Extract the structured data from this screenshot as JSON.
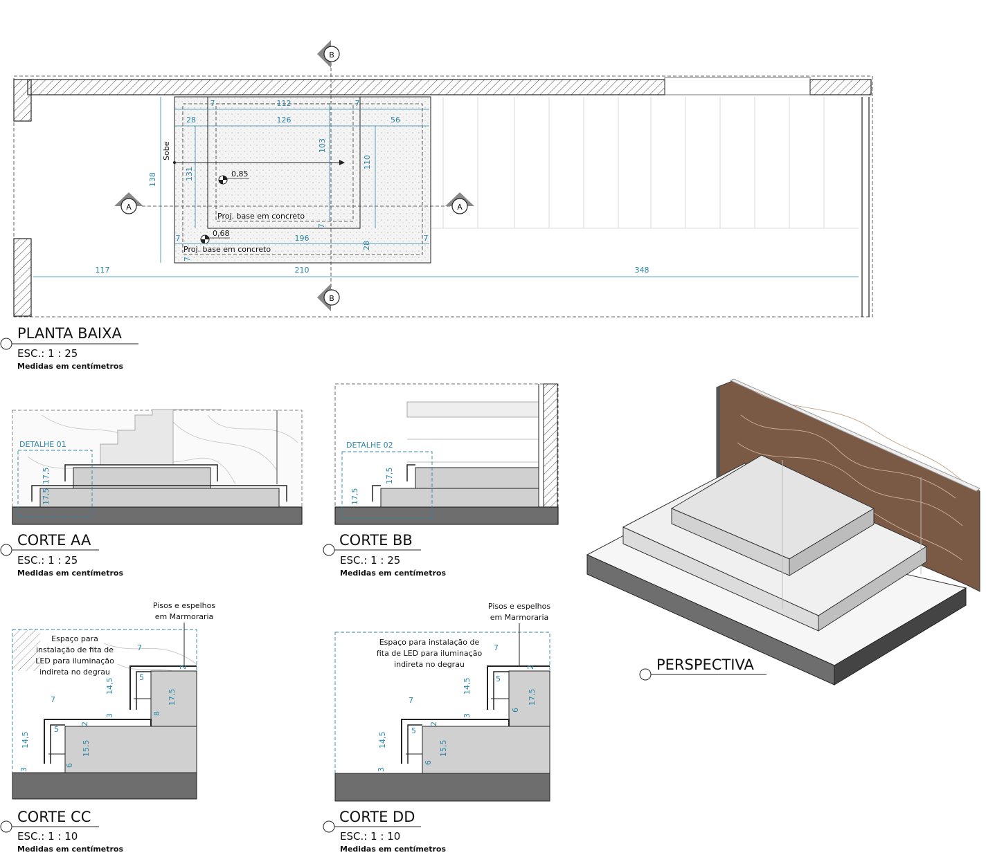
{
  "views": {
    "planta": {
      "title": "PLANTA BAIXA",
      "esc": "ESC.:  1 : 25",
      "note": "Medidas em centímetros"
    },
    "corte_aa": {
      "title": "CORTE AA",
      "esc": "ESC.:  1 : 25",
      "note": "Medidas em centímetros"
    },
    "corte_bb": {
      "title": "CORTE BB",
      "esc": "ESC.:  1 : 25",
      "note": "Medidas em centímetros"
    },
    "corte_cc": {
      "title": "CORTE CC",
      "esc": "ESC.:  1 : 10",
      "note": "Medidas em centímetros"
    },
    "corte_dd": {
      "title": "CORTE DD",
      "esc": "ESC.:  1 : 10",
      "note": "Medidas em centímetros"
    },
    "perspectiva": {
      "title": "PERSPECTIVA"
    }
  },
  "plan": {
    "section_a": "A",
    "section_b": "B",
    "sobe": "Sobe",
    "level_upper": "0,85",
    "level_lower": "0,68",
    "proj_upper": "Proj. base em concreto",
    "proj_lower": "Proj. base em concreto",
    "dims": {
      "d7a": "7",
      "d112": "112",
      "d7b": "7",
      "d28a": "28",
      "d126": "126",
      "d56": "56",
      "d103": "103",
      "d110": "110",
      "d138": "138",
      "d131": "131",
      "d7c": "7",
      "d7d": "7",
      "d196": "196",
      "d28b": "28",
      "d7e": "7",
      "d7f": "7",
      "d117": "117",
      "d210": "210",
      "d348": "348"
    }
  },
  "sections": {
    "detalhe01": "DETALHE 01",
    "detalhe02": "DETALHE 02",
    "riser": "17,5"
  },
  "details": {
    "note_pisos_1": "Pisos e espelhos",
    "note_pisos_2": "em Marmoraria",
    "cc_led": [
      "Espaço para",
      "instalação de fita de",
      "LED para iluminação",
      "indireta no degrau"
    ],
    "dd_led": [
      "Espaço para instalação de",
      "fita de LED para iluminação",
      "indireta no degrau"
    ],
    "dims": {
      "d7": "7",
      "d5": "5",
      "d2": "2",
      "d14_5": "14,5",
      "d17_5": "17,5",
      "d8": "8",
      "d3": "3",
      "d6": "6",
      "d15_5": "15,5"
    }
  },
  "colors": {
    "dimension": "#2a86a8",
    "wood": "#7a5a45",
    "concrete_dark": "#6e6e6e",
    "step_fill": "#d0d0d0"
  }
}
